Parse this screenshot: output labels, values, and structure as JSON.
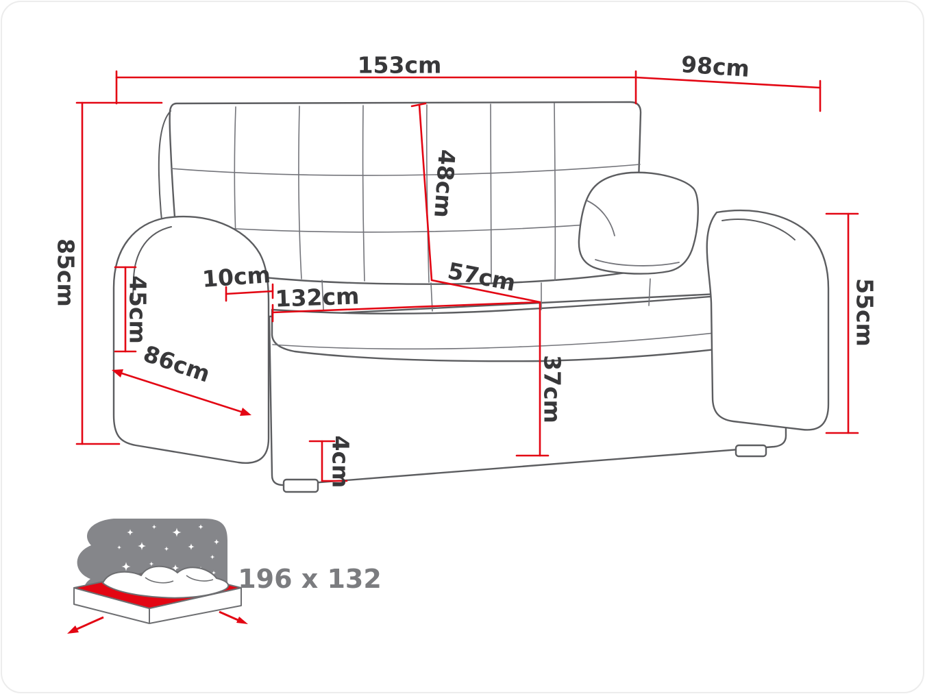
{
  "diagram": {
    "type": "sofa-dimension-drawing",
    "dimensions": {
      "overall_width": "153cm",
      "overall_depth": "98cm",
      "overall_height": "85cm",
      "arm_height": "45cm",
      "arm_width": "10cm",
      "seat_width": "132cm",
      "side_depth": "86cm",
      "backrest_height": "48cm",
      "seat_depth": "57cm",
      "back_side_height": "55cm",
      "seat_height": "37cm",
      "leg_height": "4cm"
    },
    "sleeping_area": {
      "text": "196 x 132"
    },
    "colors": {
      "dimension_red": "#e30613",
      "sofa_outline": "#5c5d60",
      "icon_gray": "#85868a",
      "sleeping_label_gray": "#7b7c7f"
    }
  }
}
